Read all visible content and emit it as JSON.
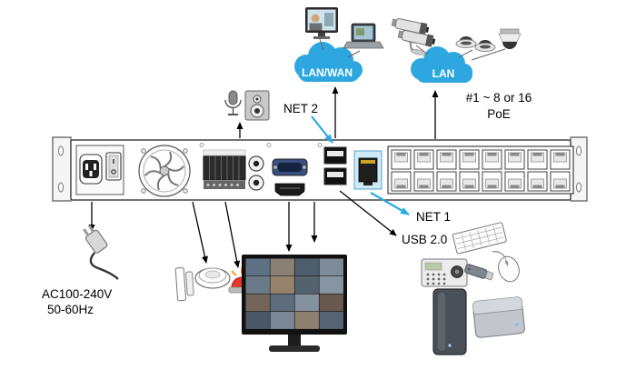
{
  "title": "NVR rear panel connection diagram",
  "clouds": {
    "lan_wan": "LAN/WAN",
    "lan": "LAN"
  },
  "labels": {
    "net2": "NET 2",
    "net1": "NET 1",
    "usb": "USB 2.0",
    "poe_line1": "#1 ~ 8 or 16",
    "poe_line2": "PoE",
    "ac_line1": "AC100-240V",
    "ac_line2": "50-60Hz"
  },
  "colors": {
    "cloud_blue": "#2ea7e0",
    "arrow_black": "#000000",
    "arrow_blue": "#29abe2",
    "alarm_red": "#e8372b",
    "net1_highlight": "#cfe9f7"
  },
  "panel_ports": [
    "power-inlet",
    "power-switch",
    "cooling-fan",
    "alarm-terminal-block",
    "audio-jack",
    "audio-jack",
    "vga-port",
    "hdmi-port",
    "usb-port",
    "usb-port",
    "net1-rj45",
    "poe-rj45-x16"
  ],
  "devices": {
    "top": [
      "pc-monitor",
      "laptop",
      "bullet-camera",
      "bullet-camera",
      "dome-camera",
      "dome-camera",
      "ptz-dome-camera"
    ],
    "audio": [
      "microphone",
      "speaker"
    ],
    "bottom_left": [
      "power-plug",
      "door-contact-sensor",
      "smoke-detector",
      "strobe-alarm"
    ],
    "bottom_center": [
      "surveillance-monitor"
    ],
    "bottom_right": [
      "keyboard",
      "cctv-joystick-controller",
      "usb-flash-drive",
      "mouse",
      "external-hdd",
      "external-hdd"
    ]
  }
}
